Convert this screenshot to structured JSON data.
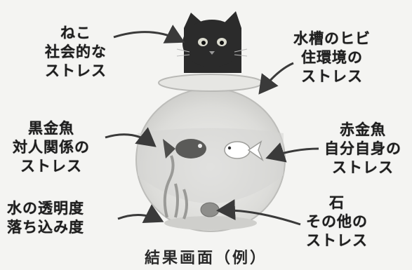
{
  "labels": {
    "cat": [
      "ねこ",
      "社会的な",
      "ストレス"
    ],
    "crack": [
      "水槽のヒビ",
      "住環境の",
      "ストレス"
    ],
    "black_fish": [
      "黒金魚",
      "対人関係の",
      "ストレス"
    ],
    "red_fish": [
      "赤金魚",
      "自分自身の",
      "ストレス"
    ],
    "water": [
      "水の透明度",
      "落ち込み度"
    ],
    "stone": [
      "石",
      "その他の",
      "ストレス"
    ]
  },
  "caption": "結果画面（例）",
  "colors": {
    "background": "#f4f4f2",
    "cat": "#2b2b2b",
    "bowl": "#e2e2df",
    "arrow": "#3a3a3a"
  },
  "icons": [
    "cat-icon",
    "fishbowl-icon",
    "black-goldfish-icon",
    "white-goldfish-icon",
    "stone-icon",
    "waterweed-icon"
  ]
}
